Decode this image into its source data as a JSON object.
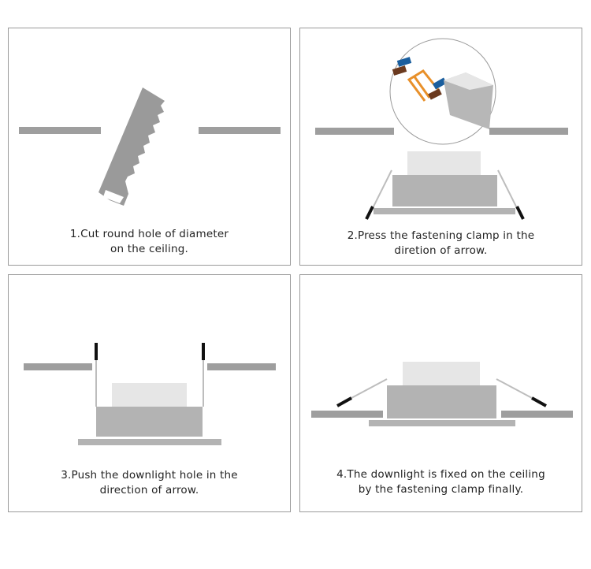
{
  "colors": {
    "ceiling": "#9e9e9e",
    "light_body": "#b3b3b3",
    "light_top": "#e6e6e6",
    "clamp_tip": "#111111",
    "saw": "#9a9a9a",
    "wire_blue": "#1a5e9e",
    "wire_brown": "#6b3a1f",
    "wire_orange": "#e8902a",
    "border": "#9a9a9a"
  },
  "steps": [
    {
      "lines": [
        "1.Cut round hole of diameter",
        "on the ceiling."
      ],
      "icon": "saw-icon"
    },
    {
      "lines": [
        "2.Press the fastening clamp in the",
        "diretion of arrow."
      ],
      "icon": "wire-connector-icon"
    },
    {
      "lines": [
        "3.Push the downlight hole in the",
        "direction of arrow."
      ],
      "icon": "downlight-icon"
    },
    {
      "lines": [
        "4.The downlight is fixed on the ceiling",
        "by the fastening clamp finally."
      ],
      "icon": "downlight-icon"
    }
  ]
}
